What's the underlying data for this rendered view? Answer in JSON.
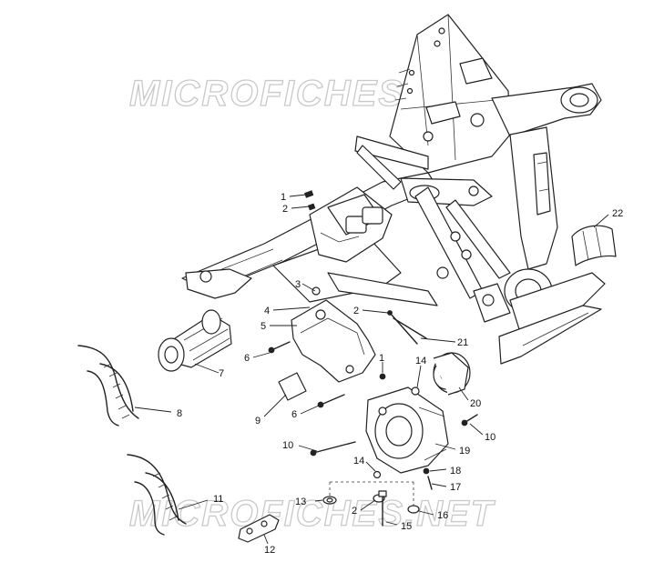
{
  "watermark": {
    "text": "MICROFICHES.NET"
  },
  "callouts": [
    "1",
    "2",
    "3",
    "4",
    "5",
    "6",
    "7",
    "8",
    "9",
    "10",
    "11",
    "12",
    "13",
    "14",
    "15",
    "16",
    "17",
    "18",
    "19",
    "20",
    "21",
    "22"
  ],
  "labels": {
    "c1a": "1",
    "c2a": "2",
    "c3": "3",
    "c4": "4",
    "c5": "5",
    "c6a": "6",
    "c7": "7",
    "c8": "8",
    "c6b": "6",
    "c9": "9",
    "c2b": "2",
    "c21": "21",
    "c1b": "1",
    "c14a": "14",
    "c20": "20",
    "c10a": "10",
    "c10b": "10",
    "c19": "19",
    "c14b": "14",
    "c18": "18",
    "c17": "17",
    "c13": "13",
    "c2c": "2",
    "c16": "16",
    "c15": "15",
    "c11": "11",
    "c12": "12",
    "c22": "22"
  },
  "colors": {
    "line": "#222222",
    "watermark": "#c9c9c9",
    "background": "#ffffff"
  }
}
